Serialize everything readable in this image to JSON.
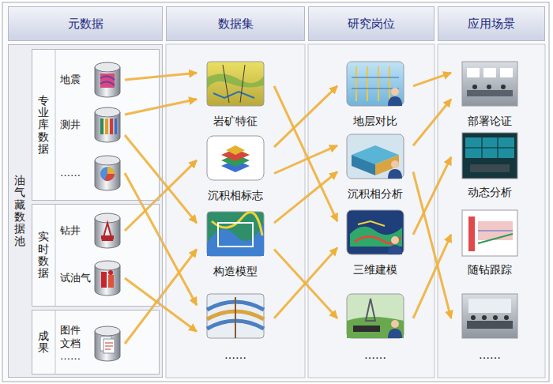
{
  "diagram": {
    "nodes": [
      {
        "text": [
          "元数据"
        ]
      },
      {
        "text": [
          "数据集"
        ]
      },
      {
        "text": [
          "研究岗位"
        ]
      },
      {
        "text": [
          "应用场景"
        ]
      },
      {
        "text": [
          "油气藏数据池"
        ]
      },
      {
        "text": [
          "专业库数据"
        ],
        "in": 4
      },
      {
        "text": [
          "实时数据"
        ],
        "in": 4
      },
      {
        "text": [
          "成果"
        ],
        "in": 4
      },
      {
        "text": [
          "地震"
        ],
        "in": 5
      },
      {
        "text": [
          "测井"
        ],
        "in": 5
      },
      {
        "text": [
          "……"
        ],
        "in": 5
      },
      {
        "text": [
          "钻井"
        ],
        "in": 6
      },
      {
        "text": [
          "试油气"
        ],
        "in": 6
      },
      {
        "text": [
          "图件 文档 ……"
        ],
        "in": 7
      },
      {
        "text": [
          "岩矿特征"
        ]
      },
      {
        "text": [
          "沉积相标志"
        ]
      },
      {
        "text": [
          "构造模型"
        ]
      },
      {
        "text": [
          "……"
        ]
      },
      {
        "text": [
          "地层对比"
        ]
      },
      {
        "text": [
          "沉积相分析"
        ]
      },
      {
        "text": [
          "三维建模"
        ]
      },
      {
        "text": [
          "……"
        ]
      },
      {
        "text": [
          "部署论证"
        ]
      },
      {
        "text": [
          "动态分析"
        ]
      },
      {
        "text": [
          "随钻跟踪"
        ]
      },
      {
        "text": [
          "……"
        ]
      }
    ],
    "edges": [
      {
        "from": 8,
        "to": 14,
        "arrow": "to"
      },
      {
        "from": 9,
        "to": 14,
        "arrow": "to"
      },
      {
        "from": 9,
        "to": 16,
        "arrow": "to"
      },
      {
        "from": 10,
        "to": 17,
        "arrow": "to"
      },
      {
        "from": 11,
        "to": 15,
        "arrow": "to"
      },
      {
        "from": 12,
        "to": 17,
        "arrow": "to"
      },
      {
        "from": 13,
        "to": 16,
        "arrow": "to"
      },
      {
        "from": 14,
        "to": 20,
        "arrow": "to"
      },
      {
        "from": 15,
        "to": 18,
        "arrow": "to"
      },
      {
        "from": 15,
        "to": 19,
        "arrow": "to"
      },
      {
        "from": 16,
        "to": 19,
        "arrow": "to"
      },
      {
        "from": 16,
        "to": 21,
        "arrow": "to"
      },
      {
        "from": 17,
        "to": 20,
        "arrow": "to"
      },
      {
        "from": 18,
        "to": 22,
        "arrow": "to"
      },
      {
        "from": 19,
        "to": 22,
        "arrow": "to"
      },
      {
        "from": 19,
        "to": 25,
        "arrow": "to"
      },
      {
        "from": 20,
        "to": 23,
        "arrow": "to"
      },
      {
        "from": 21,
        "to": 24,
        "arrow": "to"
      }
    ]
  }
}
